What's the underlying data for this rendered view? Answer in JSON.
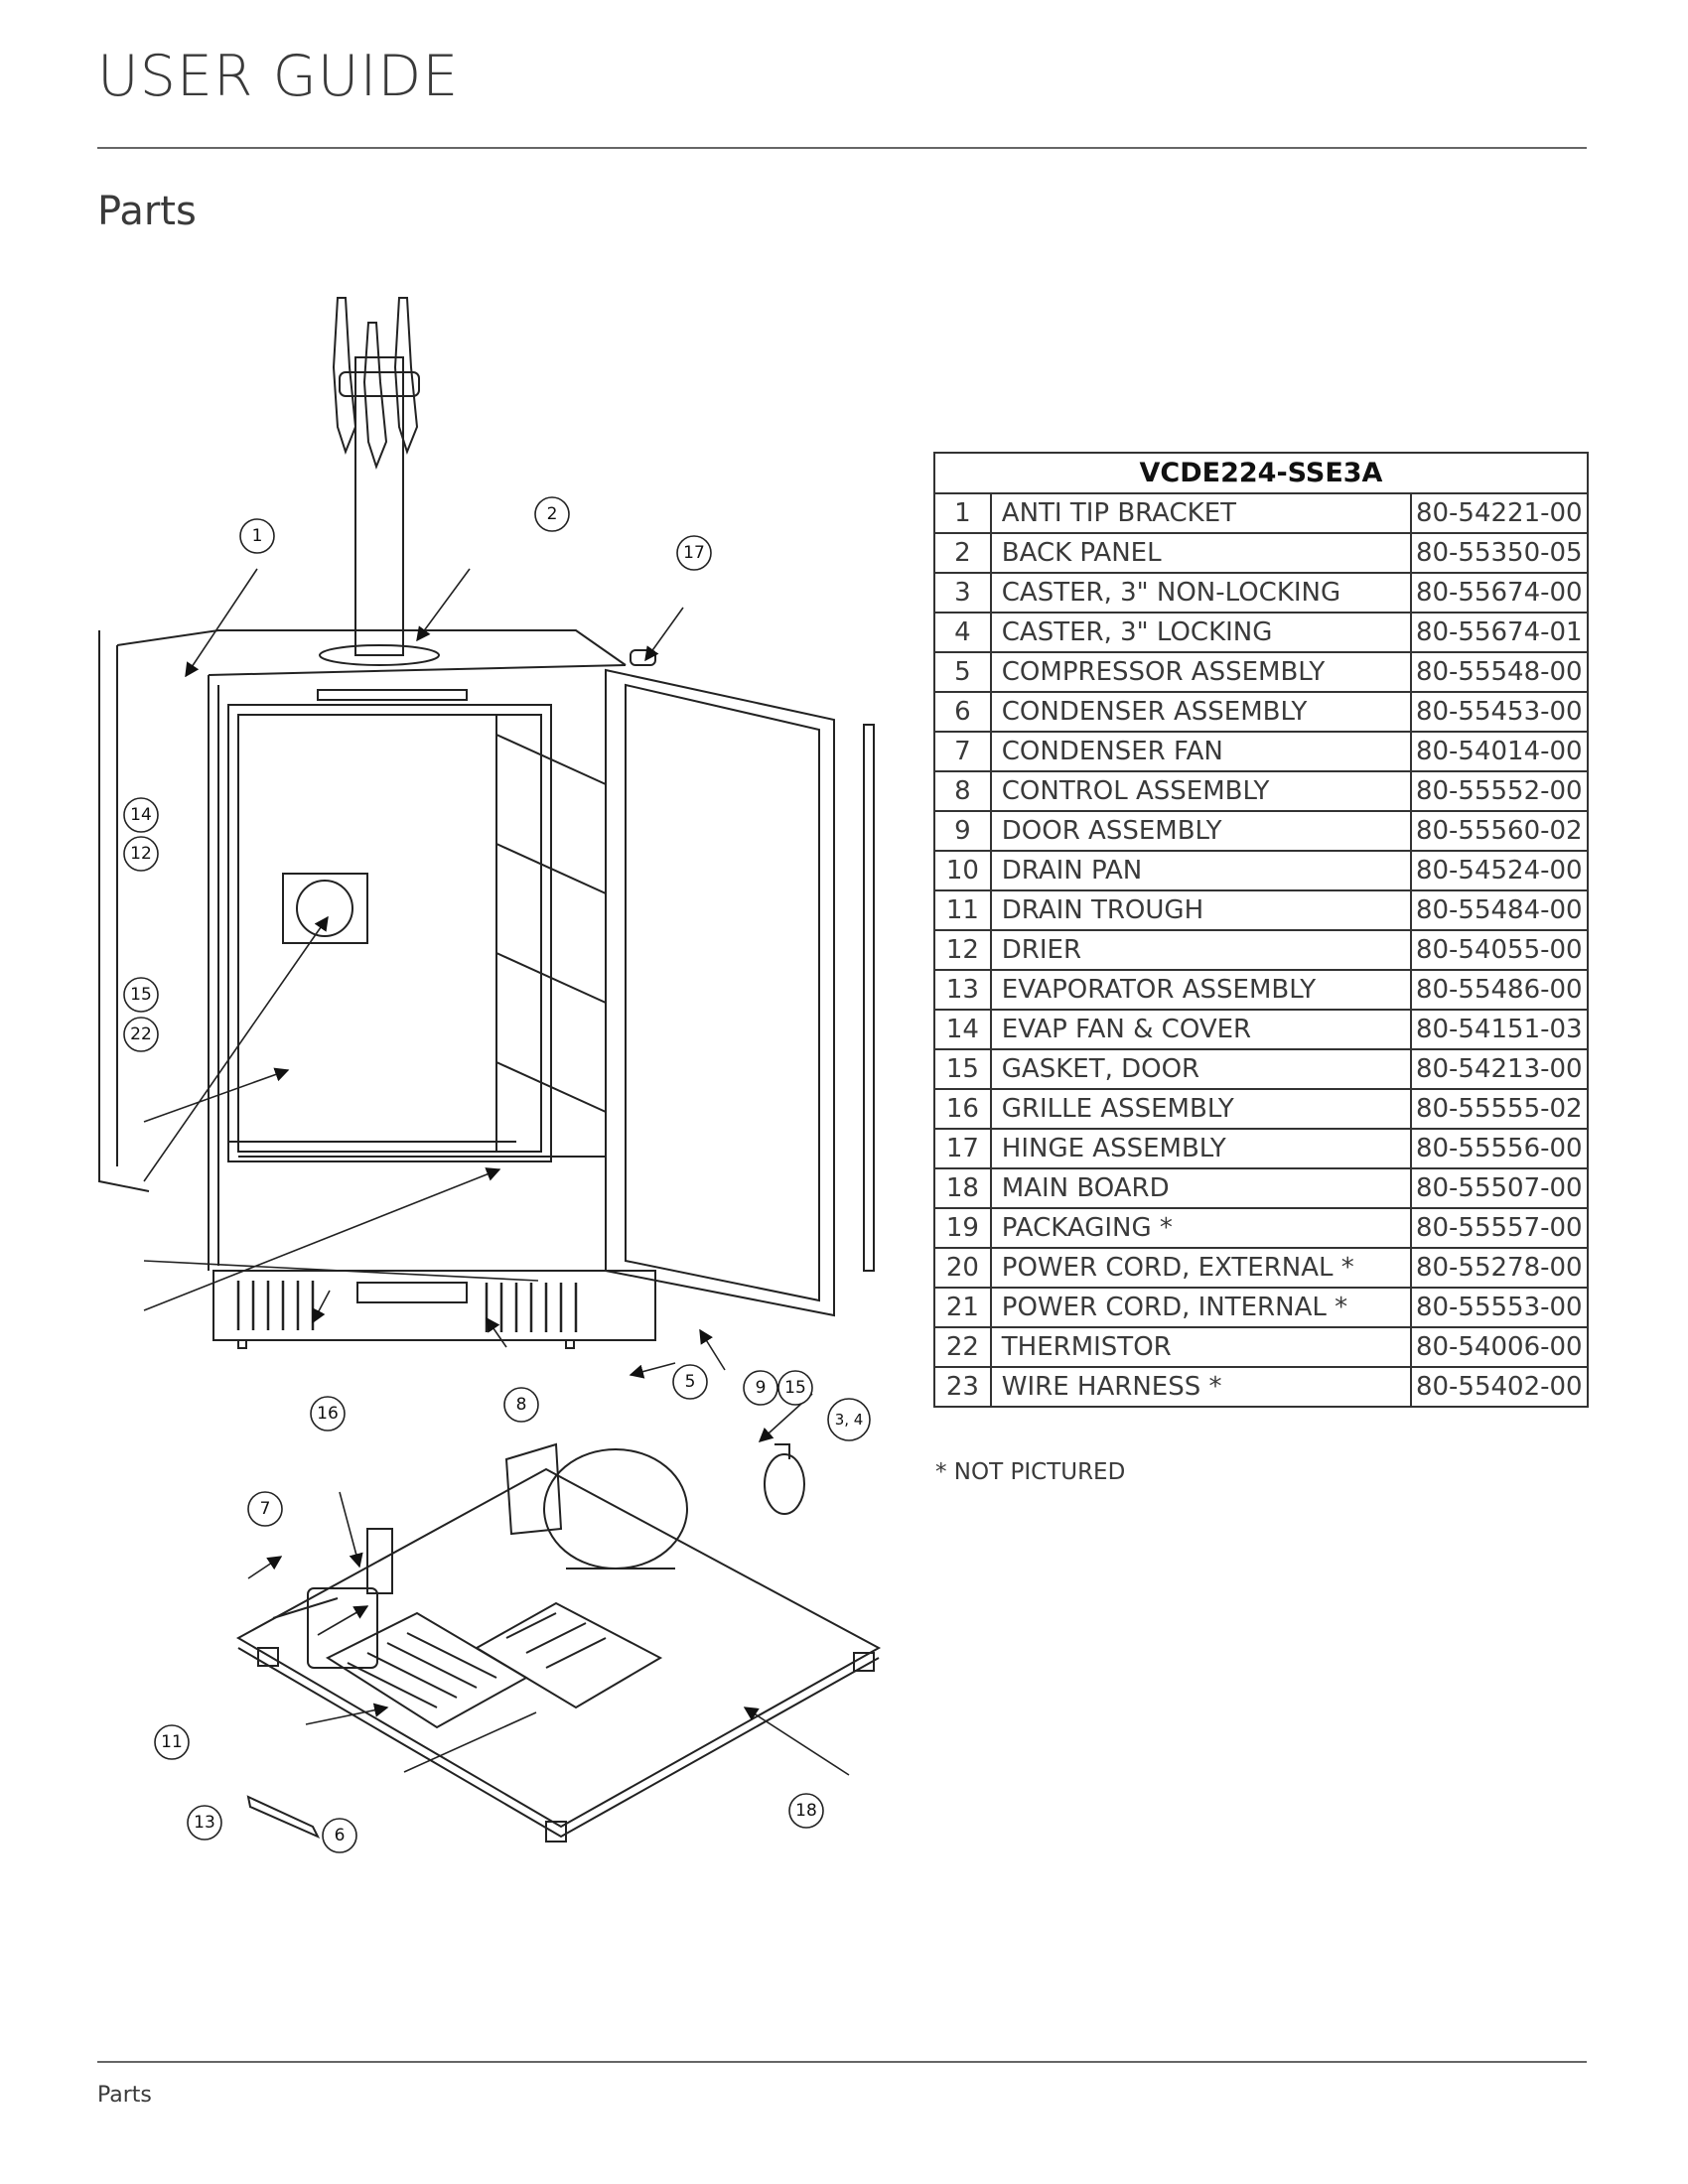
{
  "header": {
    "title": "USER GUIDE"
  },
  "section": {
    "title": "Parts"
  },
  "diagram": {
    "callouts": [
      "1",
      "2",
      "17",
      "14",
      "12",
      "15",
      "22",
      "16",
      "8",
      "5",
      "9",
      "15",
      "3, 4",
      "7",
      "11",
      "13",
      "6",
      "18"
    ]
  },
  "parts_table": {
    "model": "VCDE224-SSE3A",
    "rows": [
      {
        "num": "1",
        "desc": "ANTI TIP BRACKET",
        "pn": "80-54221-00"
      },
      {
        "num": "2",
        "desc": "BACK PANEL",
        "pn": "80-55350-05"
      },
      {
        "num": "3",
        "desc": "CASTER, 3\" NON-LOCKING",
        "pn": "80-55674-00"
      },
      {
        "num": "4",
        "desc": "CASTER, 3\" LOCKING",
        "pn": "80-55674-01"
      },
      {
        "num": "5",
        "desc": "COMPRESSOR ASSEMBLY",
        "pn": "80-55548-00"
      },
      {
        "num": "6",
        "desc": "CONDENSER ASSEMBLY",
        "pn": "80-55453-00"
      },
      {
        "num": "7",
        "desc": "CONDENSER FAN",
        "pn": "80-54014-00"
      },
      {
        "num": "8",
        "desc": "CONTROL ASSEMBLY",
        "pn": "80-55552-00"
      },
      {
        "num": "9",
        "desc": "DOOR ASSEMBLY",
        "pn": "80-55560-02"
      },
      {
        "num": "10",
        "desc": "DRAIN PAN",
        "pn": "80-54524-00"
      },
      {
        "num": "11",
        "desc": "DRAIN TROUGH",
        "pn": "80-55484-00"
      },
      {
        "num": "12",
        "desc": "DRIER",
        "pn": "80-54055-00"
      },
      {
        "num": "13",
        "desc": "EVAPORATOR ASSEMBLY",
        "pn": "80-55486-00"
      },
      {
        "num": "14",
        "desc": "EVAP FAN & COVER",
        "pn": "80-54151-03"
      },
      {
        "num": "15",
        "desc": "GASKET, DOOR",
        "pn": "80-54213-00"
      },
      {
        "num": "16",
        "desc": "GRILLE ASSEMBLY",
        "pn": "80-55555-02"
      },
      {
        "num": "17",
        "desc": "HINGE ASSEMBLY",
        "pn": "80-55556-00"
      },
      {
        "num": "18",
        "desc": "MAIN BOARD",
        "pn": "80-55507-00"
      },
      {
        "num": "19",
        "desc": "PACKAGING *",
        "pn": "80-55557-00"
      },
      {
        "num": "20",
        "desc": "POWER CORD, EXTERNAL *",
        "pn": "80-55278-00"
      },
      {
        "num": "21",
        "desc": "POWER CORD, INTERNAL *",
        "pn": "80-55553-00"
      },
      {
        "num": "22",
        "desc": "THERMISTOR",
        "pn": "80-54006-00"
      },
      {
        "num": "23",
        "desc": "WIRE HARNESS *",
        "pn": "80-55402-00"
      }
    ],
    "note": "* NOT PICTURED"
  },
  "footer": {
    "label": "Parts"
  }
}
